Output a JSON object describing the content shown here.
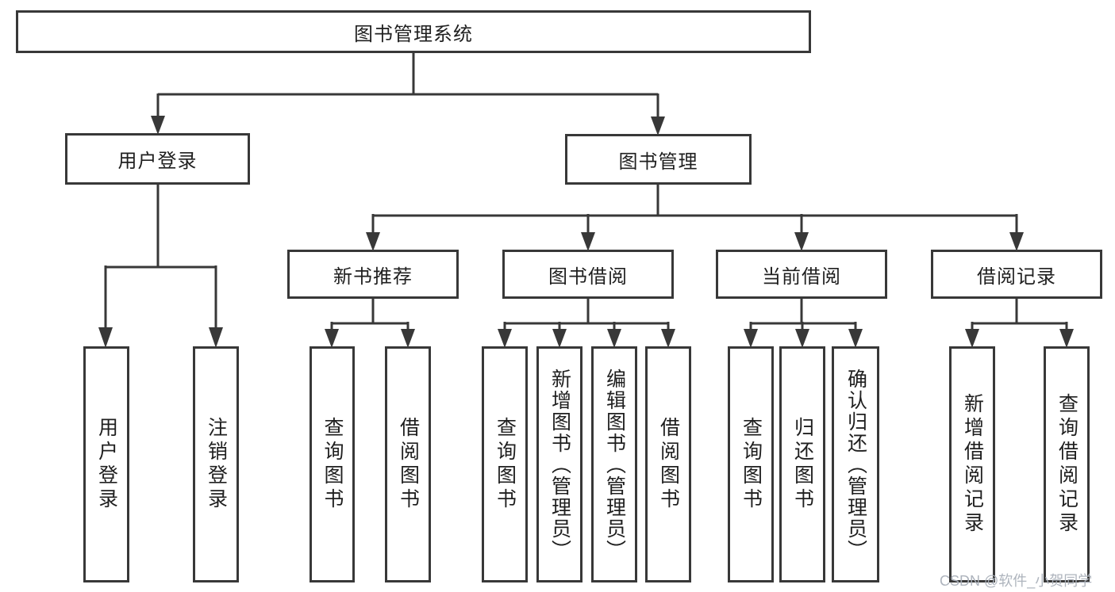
{
  "diagram": {
    "nodes": {
      "root": "图书管理系统",
      "user_login": "用户登录",
      "book_mgmt": "图书管理",
      "new_books": "新书推荐",
      "book_borrow": "图书借阅",
      "current_borrow": "当前借阅",
      "borrow_records": "借阅记录",
      "ul_login": "用户登录",
      "ul_logout": "注销登录",
      "nb_query": "查询图书",
      "nb_borrow": "借阅图书",
      "bb_query": "查询图书",
      "bb_add": "新增图书（管理员）",
      "bb_edit": "编辑图书（管理员）",
      "bb_borrow": "借阅图书",
      "cb_query": "查询图书",
      "cb_return": "归还图书",
      "cb_confirm": "确认归还（管理员）",
      "rec_add": "新增借阅记录",
      "rec_query": "查询借阅记录"
    },
    "watermark": "CSDN @软件_小贺同学",
    "colors": {
      "line": "#383838",
      "text": "#1f1f1f",
      "watermark": "#aab0b9",
      "background": "#ffffff"
    }
  }
}
